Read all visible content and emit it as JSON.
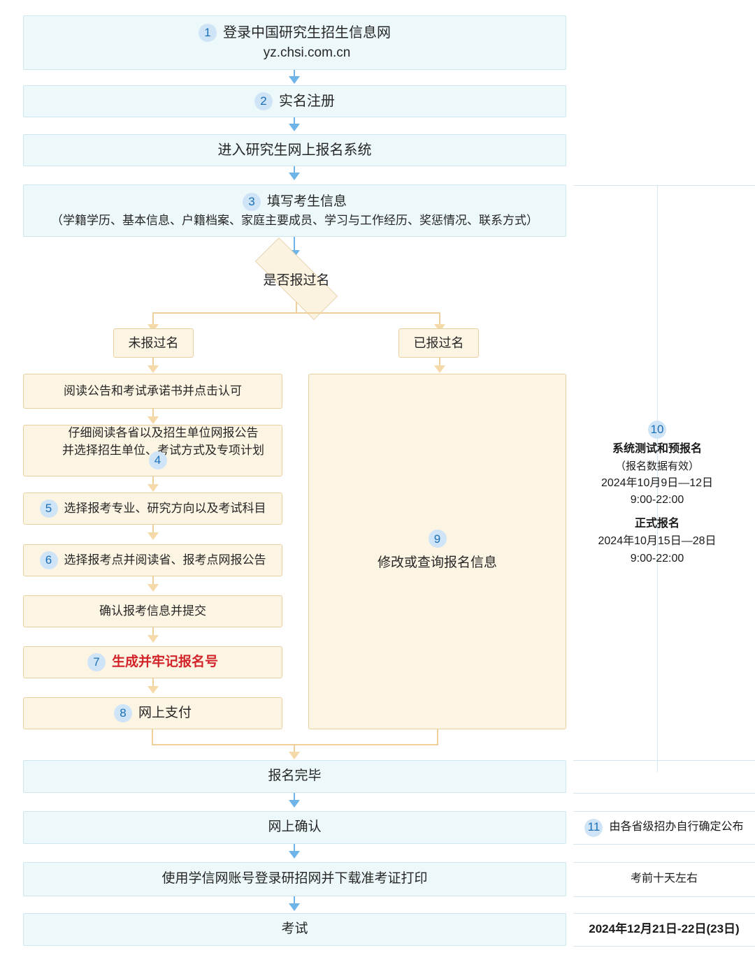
{
  "flow": {
    "steps": [
      {
        "id": "login",
        "num": "1",
        "lines": [
          "登录中国研究生招生信息网",
          "yz.chsi.com.cn"
        ]
      },
      {
        "id": "register",
        "num": "2",
        "lines": [
          "实名注册"
        ]
      },
      {
        "id": "enter-system",
        "num": "",
        "lines": [
          "进入研究生网上报名系统"
        ]
      },
      {
        "id": "fill-info",
        "num": "3",
        "lines": [
          "填写考生信息",
          "（学籍学历、基本信息、户籍档案、家庭主要成员、学习与工作经历、奖惩情况、联系方式）"
        ]
      },
      {
        "id": "decision",
        "num": "",
        "lines": [
          "是否报过名"
        ]
      },
      {
        "id": "branch-no",
        "num": "",
        "lines": [
          "未报过名"
        ]
      },
      {
        "id": "branch-yes",
        "num": "",
        "lines": [
          "已报过名"
        ]
      },
      {
        "id": "read-notice",
        "num": "",
        "lines": [
          "阅读公告和考试承诺书并点击认可"
        ]
      },
      {
        "id": "read-provincial",
        "num": "4",
        "lines": [
          "仔细阅读各省以及招生单位网报公告",
          "并选择招生单位、考试方式及专项计划"
        ]
      },
      {
        "id": "choose-major",
        "num": "5",
        "lines": [
          "选择报考专业、研究方向以及考试科目"
        ]
      },
      {
        "id": "choose-site",
        "num": "6",
        "lines": [
          "选择报考点并阅读省、报考点网报公告"
        ]
      },
      {
        "id": "confirm-submit",
        "num": "",
        "lines": [
          "确认报考信息并提交"
        ]
      },
      {
        "id": "generate-number",
        "num": "7",
        "lines": [
          "生成并牢记报名号"
        ],
        "emphasis": "red"
      },
      {
        "id": "online-payment",
        "num": "8",
        "lines": [
          "网上支付"
        ]
      },
      {
        "id": "modify-query",
        "num": "9",
        "lines": [
          "修改或查询报名信息"
        ]
      },
      {
        "id": "signup-done",
        "num": "",
        "lines": [
          "报名完毕"
        ]
      },
      {
        "id": "online-confirm",
        "num": "",
        "lines": [
          "网上确认"
        ]
      },
      {
        "id": "download-ticket",
        "num": "",
        "lines": [
          "使用学信网账号登录研招网并下载准考证打印"
        ]
      },
      {
        "id": "exam",
        "num": "",
        "lines": [
          "考试"
        ]
      }
    ]
  },
  "timeline": {
    "registration": {
      "num": "10",
      "title1": "系统测试和预报名",
      "note1": "（报名数据有效）",
      "date1": "2024年10月9日—12日",
      "time1": "9:00-22:00",
      "title2": "正式报名",
      "date2": "2024年10月15日—28日",
      "time2": "9:00-22:00"
    },
    "confirm": {
      "num": "11",
      "text": "由各省级招办自行确定公布"
    },
    "ticket": {
      "num": "",
      "text": "考前十天左右"
    },
    "exam": {
      "num": "",
      "text": "2024年12月21日-22日(23日)"
    }
  },
  "colors": {
    "blue_fill": "#edf8fb",
    "blue_border": "#cfe6ee",
    "cream_fill": "#fdf5e3",
    "cream_border": "#e8cfa0",
    "badge_fill": "#cfe4f7",
    "badge_text": "#1a6fb8",
    "arrow_blue": "#6eb4e8",
    "arrow_cream": "#f6d9a8",
    "emphasis_red": "#d2232a"
  }
}
